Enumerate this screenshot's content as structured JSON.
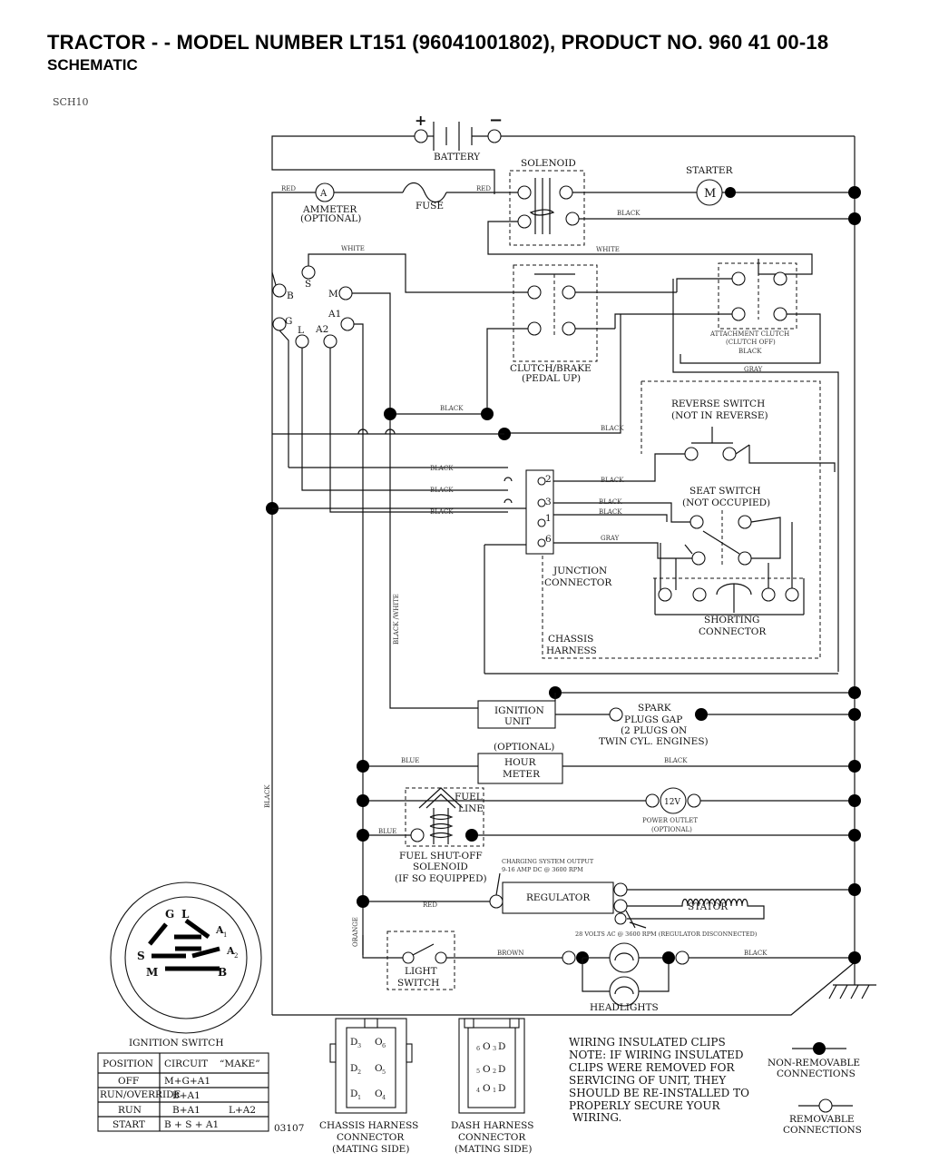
{
  "header": {
    "title": "TRACTOR - - MODEL NUMBER LT151 (96041001802), PRODUCT NO. 960 41 00-18",
    "subtitle": "SCHEMATIC",
    "code": "SCH10"
  },
  "components": {
    "battery": "BATTERY",
    "battery_plus": "+",
    "battery_minus": "−",
    "solenoid": "SOLENOID",
    "starter": "STARTER",
    "starter_symbol": "M",
    "ammeter_symbol": "A",
    "ammeter_1": "AMMETER",
    "ammeter_2": "(OPTIONAL)",
    "fuse": "FUSE",
    "clutch_brake_1": "CLUTCH/BRAKE",
    "clutch_brake_2": "(PEDAL UP)",
    "attachment_clutch_1": "ATTACHMENT CLUTCH",
    "attachment_clutch_2": "(CLUTCH OFF)",
    "reverse_switch_1": "REVERSE SWITCH",
    "reverse_switch_2": "(NOT IN REVERSE)",
    "seat_switch_1": "SEAT SWITCH",
    "seat_switch_2": "(NOT OCCUPIED)",
    "junction_1": "JUNCTION",
    "junction_2": "CONNECTOR",
    "shorting_1": "SHORTING",
    "shorting_2": "CONNECTOR",
    "chassis_h_1": "CHASSIS",
    "chassis_h_2": "HARNESS",
    "ignition_unit_1": "IGNITION",
    "ignition_unit_2": "UNIT",
    "spark_1": "SPARK",
    "spark_2": "PLUGS GAP",
    "spark_3": "(2 PLUGS ON",
    "spark_4": "TWIN CYL. ENGINES)",
    "hour_opt": "(OPTIONAL)",
    "hour_1": "HOUR",
    "hour_2": "METER",
    "fuel_line_1": "FUEL",
    "fuel_line_2": "LINE",
    "power_symbol": "12V",
    "power_1": "POWER OUTLET",
    "power_2": "(OPTIONAL)",
    "fuel_sol_1": "FUEL SHUT-OFF",
    "fuel_sol_2": "SOLENOID",
    "fuel_sol_3": "(IF SO EQUIPPED)",
    "charging_1": "CHARGING SYSTEM OUTPUT",
    "charging_2": "9-16 AMP DC @ 3600 RPM",
    "regulator": "REGULATOR",
    "stator": "STATOR",
    "ac_note": "28 VOLTS AC @ 3600 RPM (REGULATOR DISCONNECTED)",
    "light_sw_1": "LIGHT",
    "light_sw_2": "SWITCH",
    "headlights": "HEADLIGHTS"
  },
  "ignition_switch_terminals": {
    "b": "B",
    "s": "S",
    "m": "M",
    "l": "L",
    "g": "G",
    "a1": "A1",
    "a2": "A2"
  },
  "ignition_icon": {
    "g": "G",
    "l": "L",
    "a1": "A",
    "a1sub": "1",
    "s": "S",
    "a2": "A",
    "a2sub": "2",
    "m": "M",
    "b": "B"
  },
  "junction_pins": [
    "2",
    "3",
    "1",
    "6"
  ],
  "wire_labels": {
    "red": "RED",
    "black": "BLACK",
    "white": "WHITE",
    "gray": "GRAY",
    "blue": "BLUE",
    "black_white": "BLACK /WHITE",
    "orange": "ORANGE",
    "brown": "BROWN"
  },
  "ignition_table": {
    "caption": "IGNITION SWITCH",
    "headers": [
      "POSITION",
      "CIRCUIT",
      "“MAKE”"
    ],
    "rows": [
      {
        "position": "OFF",
        "circuit": "M+G+A1",
        "extra": ""
      },
      {
        "position": "RUN/OVERRIDE",
        "circuit": "B+A1",
        "extra": ""
      },
      {
        "position": "RUN",
        "circuit": "B+A1",
        "extra": "L+A2"
      },
      {
        "position": "START",
        "circuit": "B + S + A1",
        "extra": ""
      }
    ]
  },
  "doc_number": "03107",
  "chassis_connector": {
    "line1": "CHASSIS HARNESS",
    "line2": "CONNECTOR",
    "line3": "(MATING SIDE)",
    "pins": [
      "3",
      "6",
      "2",
      "5",
      "1",
      "4"
    ]
  },
  "dash_connector": {
    "line1": "DASH HARNESS",
    "line2": "CONNECTOR",
    "line3": "(MATING SIDE)",
    "pins": [
      "6",
      "3",
      "5",
      "2",
      "4",
      "1"
    ]
  },
  "note": {
    "title": "WIRING INSULATED CLIPS",
    "lines": [
      "NOTE: IF WIRING INSULATED",
      "CLIPS WERE REMOVED FOR",
      "SERVICING OF UNIT, THEY",
      "SHOULD BE RE-INSTALLED TO",
      "PROPERLY SECURE YOUR",
      "WIRING."
    ]
  },
  "legend": {
    "non_removable_1": "NON-REMOVABLE",
    "non_removable_2": "CONNECTIONS",
    "removable_1": "REMOVABLE",
    "removable_2": "CONNECTIONS"
  }
}
